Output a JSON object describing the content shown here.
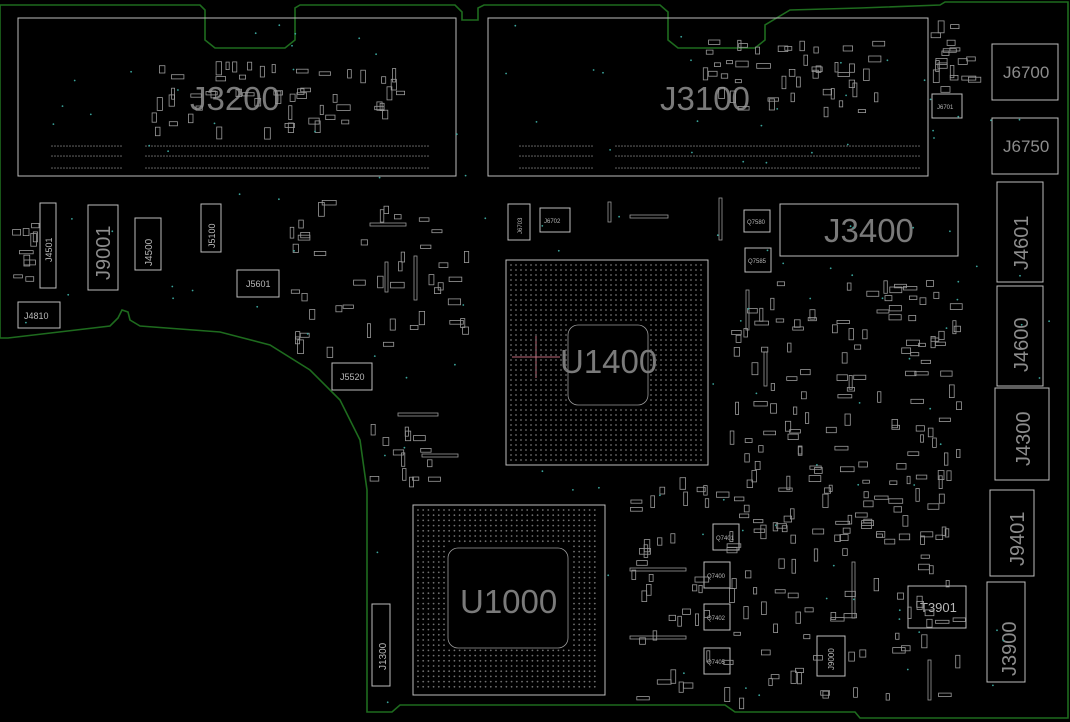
{
  "labels": {
    "j3200": "J3200",
    "j3100": "J3100",
    "j3400": "J3400",
    "u1400": "U1400",
    "u1000": "U1000",
    "j6700": "J6700",
    "j6750": "J6750",
    "j4601": "J4601",
    "j4600": "J4600",
    "j4300": "J4300",
    "j9401": "J9401",
    "j3900": "J3900",
    "t3901": "T3901",
    "j9001": "J9001",
    "j4500": "J4500",
    "j4501": "J4501",
    "j5100": "J5100",
    "j5601": "J5601",
    "j5520": "J5520",
    "j4810": "J4810",
    "j1300": "J1300",
    "j9000": "J9000",
    "j6701": "J6701",
    "j6703": "J6703",
    "j6702": "J6702",
    "q7580": "Q7580",
    "q7585": "Q7585",
    "q7401": "Q7401",
    "q7400": "Q7400",
    "q7402": "Q7402",
    "q7405": "Q7405"
  },
  "colors": {
    "background": "#000000",
    "board_outline": "#1e6b1e",
    "component_outline": "#bdbdbd",
    "large_label": "#7a7a7a",
    "via": "#3aa39a",
    "cursor_cross": "#c06a7a"
  }
}
